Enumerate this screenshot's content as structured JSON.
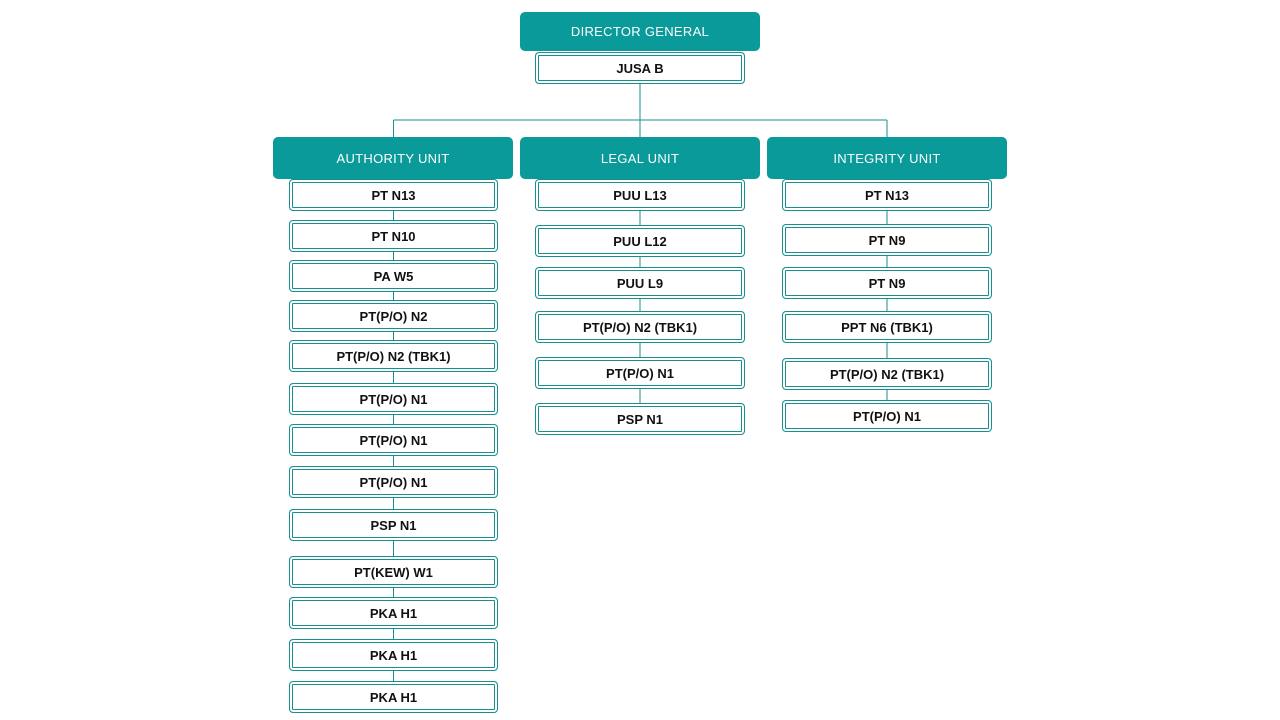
{
  "root": {
    "title": "DIRECTOR GENERAL",
    "grade": "JUSA B"
  },
  "units": [
    {
      "name": "AUTHORITY UNIT",
      "positions": [
        "PT N13",
        "PT N10",
        "PA W5",
        "PT(P/O) N2",
        "PT(P/O) N2 (TBK1)",
        "PT(P/O) N1",
        "PT(P/O) N1",
        "PT(P/O) N1",
        "PSP N1",
        "PT(KEW) W1",
        "PKA H1",
        "PKA H1",
        "PKA H1"
      ]
    },
    {
      "name": "LEGAL UNIT",
      "positions": [
        "PUU L13",
        "PUU L12",
        "PUU L9",
        "PT(P/O) N2 (TBK1)",
        "PT(P/O) N1",
        "PSP N1"
      ]
    },
    {
      "name": "INTEGRITY UNIT",
      "positions": [
        "PT N13",
        "PT N9",
        "PT N9",
        "PPT N6 (TBK1)",
        "PT(P/O) N2 (TBK1)",
        "PT(P/O) N1"
      ]
    }
  ],
  "colors": {
    "header_fill": "#0b9a9a",
    "line": "#178f8f",
    "text": "#111111"
  }
}
